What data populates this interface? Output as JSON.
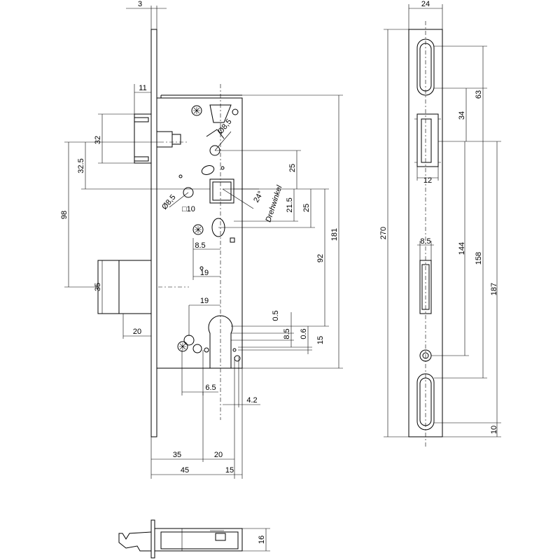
{
  "dims": {
    "d3": "3",
    "d11": "11",
    "d32": "32",
    "d32_5": "32.5",
    "d98": "98",
    "d35_left": "35",
    "d20_left": "20",
    "d8_5_a": "Ø8,5",
    "d8_5_b": "Ø8,5",
    "sq10": "□10",
    "d8_5_c": "8.5",
    "d19_a": "19",
    "d19_b": "19",
    "d25_a": "25",
    "d21_5": "21.5",
    "d25_b": "25",
    "angle": "24°",
    "drehwinkel": "Drehwinkel",
    "d92": "92",
    "d181": "181",
    "d0_5": "0.5",
    "d8_5_d": "8.5",
    "d0_6": "0.6",
    "d15_r": "15",
    "d6_5": "6.5",
    "d4_2": "4.2",
    "d35_b": "35",
    "d20_b": "20",
    "d45": "45",
    "d15_b": "15",
    "d16": "16",
    "d24": "24",
    "d63": "63",
    "d34": "34",
    "d12": "12",
    "d270": "270",
    "d8_5_e": "8.5",
    "d144": "144",
    "d158": "158",
    "d187": "187",
    "d10": "10"
  },
  "icons": {
    "screw": "screw-icon",
    "star": "torx-screw-icon"
  }
}
